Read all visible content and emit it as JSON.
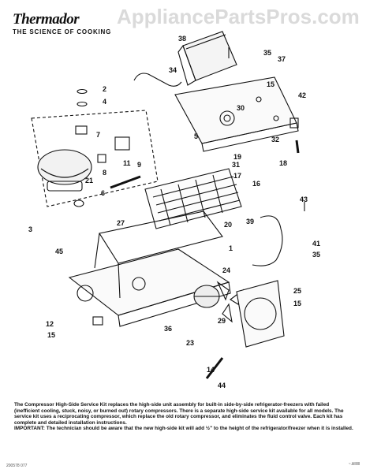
{
  "header": {
    "brand": "Thermador",
    "tagline": "THE SCIENCE OF COOKING",
    "watermark": "AppliancePartsPros.com"
  },
  "callouts": [
    "38",
    "35",
    "37",
    "34",
    "2",
    "4",
    "15",
    "42",
    "30",
    "7",
    "5",
    "32",
    "19",
    "18",
    "31",
    "8",
    "11",
    "9",
    "17",
    "21",
    "6",
    "16",
    "3",
    "43",
    "27",
    "39",
    "20",
    "1",
    "45",
    "41",
    "35",
    "24",
    "25",
    "12",
    "15",
    "15",
    "36",
    "29",
    "23",
    "14",
    "44"
  ],
  "notes": {
    "paragraph": "The Compressor High-Side Service Kit replaces the high-side unit assembly for built-in side-by-side refrigerator-freezers with failed (inefficient cooling, stuck, noisy, or burned out) rotary compressors. There is a separate high-side service kit available for all models. The service kit uses a reciprocating compressor, which replace the old rotary compressor, and eliminates the fluid control valve. Each kit has complete and detailed installation instructions.",
    "important_label": "IMPORTANT:",
    "important_text": "The technician should be aware that the new high-side kit will add ½\" to the height of the refrigerator/freezer when it is installed."
  },
  "footer": {
    "left": "200578 077",
    "right": "~.ilillllll"
  }
}
